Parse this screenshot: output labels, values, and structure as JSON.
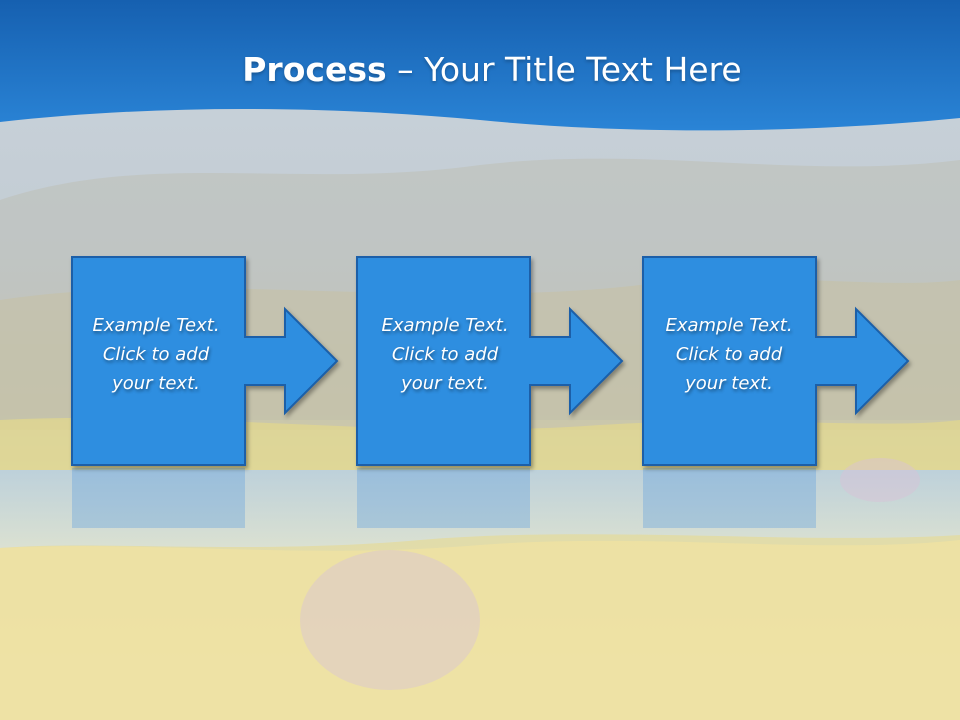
{
  "title": {
    "bold": "Process",
    "rest": " – Your Title Text Here"
  },
  "steps": [
    {
      "line1": "Example Text.",
      "line2": "Click  to add",
      "line3": "your text."
    },
    {
      "line1": "Example Text.",
      "line2": "Click  to add",
      "line3": "your text."
    },
    {
      "line1": "Example Text.",
      "line2": "Click  to add",
      "line3": "your text."
    }
  ],
  "colors": {
    "banner_blue": "#1f6fc0",
    "box_blue": "#2f8ee0",
    "box_border": "#1a5fa8"
  }
}
